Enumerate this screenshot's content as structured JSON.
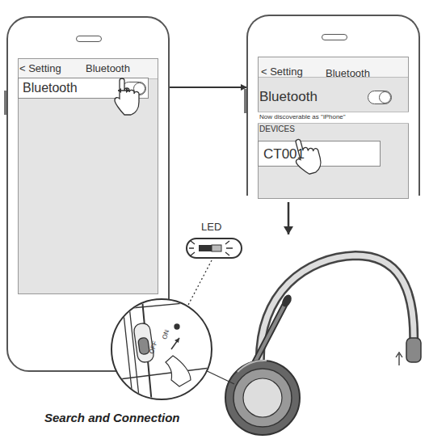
{
  "diagram": {
    "caption": "Search and Connection",
    "nodes": [
      {
        "text": [
          "< Setting",
          "Bluetooth"
        ]
      },
      {
        "text": [
          "Bluetooth"
        ],
        "in": 0
      },
      {
        "text": [
          "< Setting",
          "Bluetooth",
          "Bluetooth",
          "Now discoverable as \"iPhone\"",
          "DEVICES"
        ]
      },
      {
        "text": [
          "CT001"
        ],
        "in": 2
      },
      {
        "text": [
          "LED"
        ]
      }
    ],
    "edges": [
      {
        "from": 0,
        "to": 2,
        "arrow": "to"
      }
    ],
    "labels": [
      "OFF",
      "ON"
    ]
  }
}
